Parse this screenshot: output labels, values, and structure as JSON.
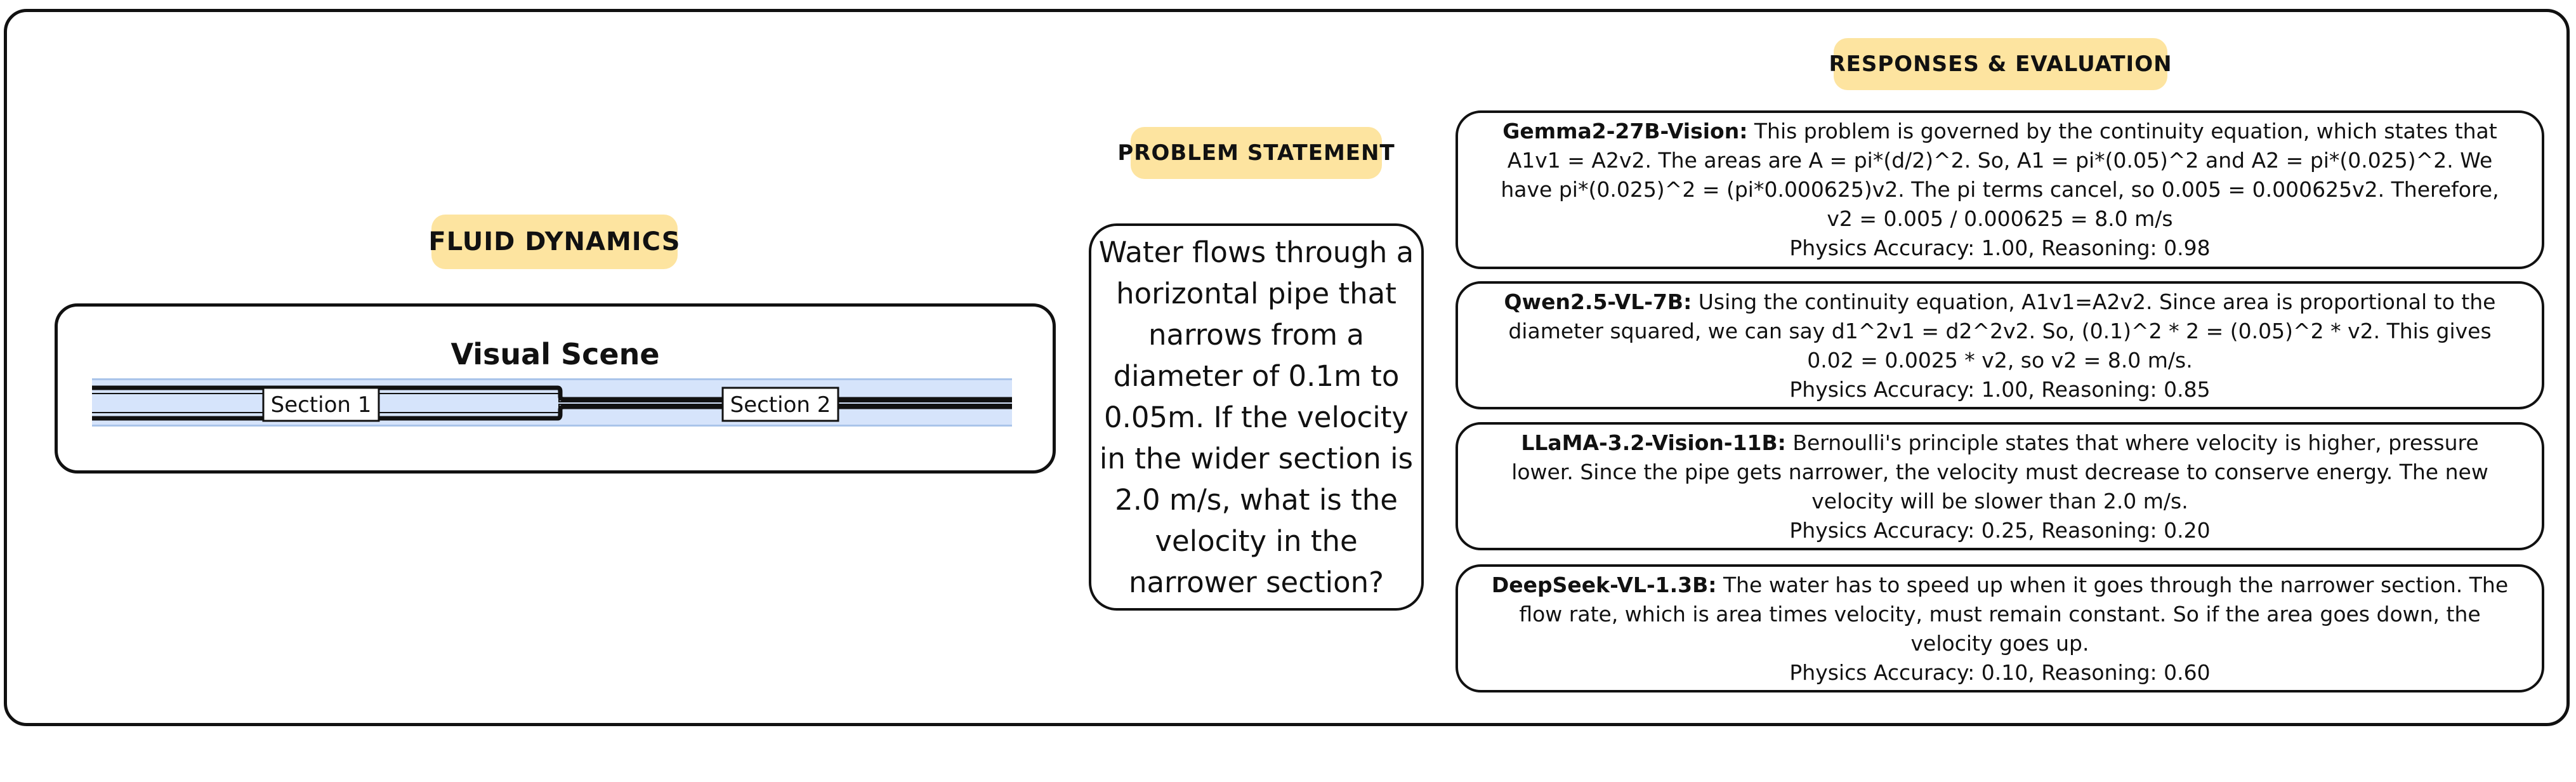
{
  "tags": {
    "fluid": "FLUID DYNAMICS",
    "problem": "PROBLEM STATEMENT",
    "responses": "RESPONSES & EVALUATION"
  },
  "scene": {
    "title": "Visual Scene",
    "section1": "Section 1",
    "section2": "Section 2"
  },
  "problem": "Water flows through a horizontal pipe that narrows from a diameter of 0.1m to 0.05m. If the velocity in the wider section is 2.0 m/s, what is the velocity in the narrower section?",
  "responses": [
    {
      "model": "Gemma2-27B-Vision:",
      "text": " This problem is governed by the continuity equation, which states that A1v1 = A2v2. The areas are A = pi*(d/2)^2. So, A1 = pi*(0.05)^2 and A2 = pi*(0.025)^2. We have pi*(0.025)^2 = (pi*0.000625)v2. The pi terms cancel, so 0.005 = 0.000625v2. Therefore, v2 = 0.005 / 0.000625 = 8.0 m/s",
      "score": "Physics Accuracy: 1.00, Reasoning: 0.98"
    },
    {
      "model": "Qwen2.5-VL-7B:",
      "text": " Using the continuity equation, A1v1=A2v2. Since area is proportional to the diameter squared, we can say d1^2v1 = d2^2v2. So, (0.1)^2 * 2 = (0.05)^2 * v2. This gives 0.02 = 0.0025 * v2, so v2 = 8.0 m/s.",
      "score": "Physics Accuracy: 1.00, Reasoning: 0.85"
    },
    {
      "model": "LLaMA-3.2-Vision-11B:",
      "text": " Bernoulli's principle states that where velocity is higher, pressure lower. Since the pipe gets narrower, the velocity must decrease to conserve energy. The new velocity will be slower than 2.0 m/s.",
      "score": "Physics Accuracy: 0.25, Reasoning: 0.20"
    },
    {
      "model": "DeepSeek-VL-1.3B:",
      "text": " The water has to speed up when it goes through the narrower section. The flow rate, which is area times velocity, must remain constant. So if the area goes down, the velocity goes up.",
      "score": "Physics Accuracy: 0.10, Reasoning: 0.60"
    }
  ]
}
